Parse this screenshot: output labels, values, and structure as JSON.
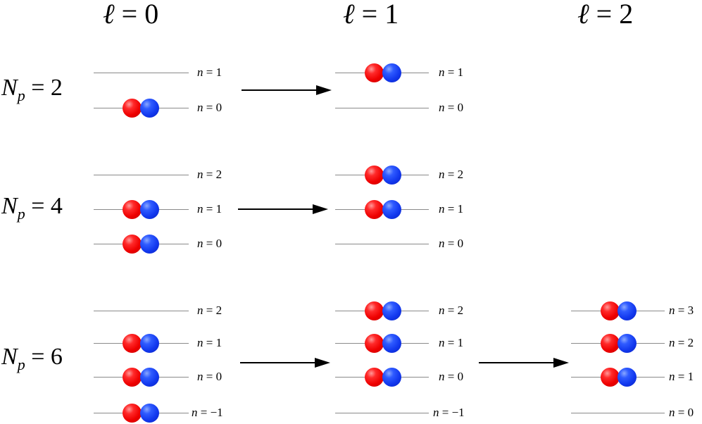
{
  "column_headers": [
    {
      "symbol": "ℓ",
      "eq": " = ",
      "value": "0"
    },
    {
      "symbol": "ℓ",
      "eq": " = ",
      "value": "1"
    },
    {
      "symbol": "ℓ",
      "eq": " = ",
      "value": "2"
    }
  ],
  "row_labels": [
    {
      "symbol": "N",
      "subscript": "p",
      "eq": " = ",
      "value": "2"
    },
    {
      "symbol": "N",
      "subscript": "p",
      "eq": " = ",
      "value": "4"
    },
    {
      "symbol": "N",
      "subscript": "p",
      "eq": " = ",
      "value": "6"
    }
  ],
  "colors": {
    "proton": "#ee0000",
    "neutron": "#1238ee",
    "line": "#8a8a8a",
    "arrow": "#000000"
  },
  "levels": {
    "np2": {
      "l0": [
        {
          "n": "1",
          "occupied": false
        },
        {
          "n": "0",
          "occupied": true
        }
      ],
      "l1": [
        {
          "n": "1",
          "occupied": true
        },
        {
          "n": "0",
          "occupied": false
        }
      ]
    },
    "np4": {
      "l0": [
        {
          "n": "2",
          "occupied": false
        },
        {
          "n": "1",
          "occupied": true
        },
        {
          "n": "0",
          "occupied": true
        }
      ],
      "l1": [
        {
          "n": "2",
          "occupied": true
        },
        {
          "n": "1",
          "occupied": true
        },
        {
          "n": "0",
          "occupied": false
        }
      ]
    },
    "np6": {
      "l0": [
        {
          "n": "2",
          "occupied": false
        },
        {
          "n": "1",
          "occupied": true
        },
        {
          "n": "0",
          "occupied": true
        },
        {
          "n": "−1",
          "occupied": true
        }
      ],
      "l1": [
        {
          "n": "2",
          "occupied": true
        },
        {
          "n": "1",
          "occupied": true
        },
        {
          "n": "0",
          "occupied": true
        },
        {
          "n": "−1",
          "occupied": false
        }
      ],
      "l2": [
        {
          "n": "3",
          "occupied": true
        },
        {
          "n": "2",
          "occupied": true
        },
        {
          "n": "1",
          "occupied": true
        },
        {
          "n": "0",
          "occupied": false
        }
      ]
    }
  },
  "level_label_prefix": "n",
  "level_label_eq": " = ",
  "arrows": [
    {
      "from": "np2-l0",
      "to": "np2-l1"
    },
    {
      "from": "np4-l0",
      "to": "np4-l1"
    },
    {
      "from": "np6-l0",
      "to": "np6-l1"
    },
    {
      "from": "np6-l1",
      "to": "np6-l2"
    }
  ]
}
